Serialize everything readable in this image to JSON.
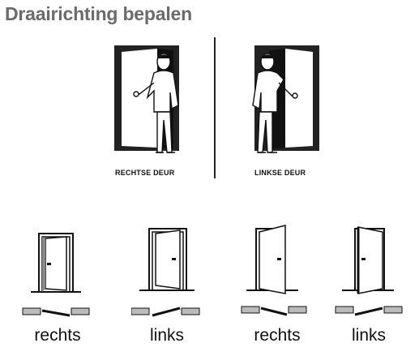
{
  "title": "Draairichting bepalen",
  "top_captions": {
    "right_door": "RECHTSE DEUR",
    "left_door": "LINKSE DEUR"
  },
  "door_labels": [
    "rechts",
    "links",
    "rechts",
    "links"
  ]
}
